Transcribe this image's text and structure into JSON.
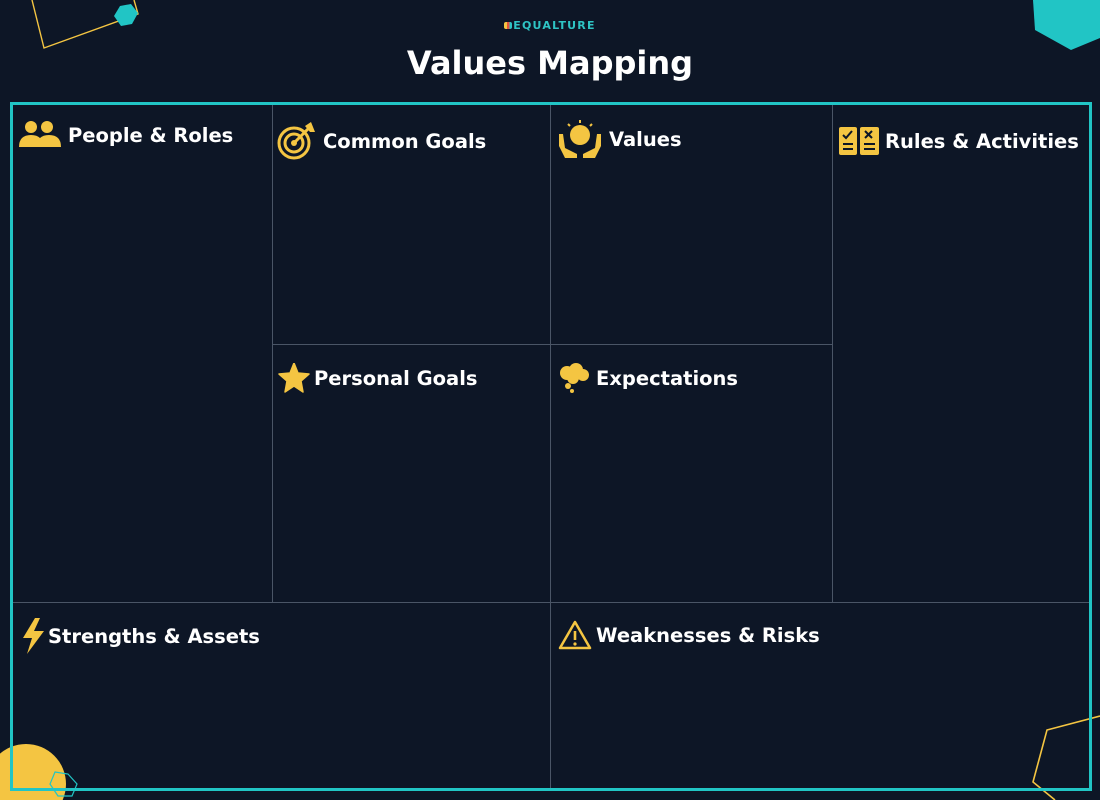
{
  "brand": {
    "name": "EQUALTURE"
  },
  "title": "Values Mapping",
  "colors": {
    "background": "#0d1626",
    "border": "#21c5c5",
    "icon": "#f4c542",
    "divider": "#4a5566",
    "accent_teal": "#21c5c5"
  },
  "sections": {
    "people_roles": {
      "label": "People & Roles",
      "icon": "people-icon"
    },
    "common_goals": {
      "label": "Common Goals",
      "icon": "target-icon"
    },
    "values": {
      "label": "Values",
      "icon": "hands-holding-sun-icon"
    },
    "rules_activities": {
      "label": "Rules & Activities",
      "icon": "checklist-icon"
    },
    "personal_goals": {
      "label": "Personal Goals",
      "icon": "star-icon"
    },
    "expectations": {
      "label": "Expectations",
      "icon": "thought-cloud-icon"
    },
    "strengths_assets": {
      "label": "Strengths & Assets",
      "icon": "lightning-icon"
    },
    "weaknesses_risks": {
      "label": "Weaknesses & Risks",
      "icon": "warning-icon"
    }
  }
}
